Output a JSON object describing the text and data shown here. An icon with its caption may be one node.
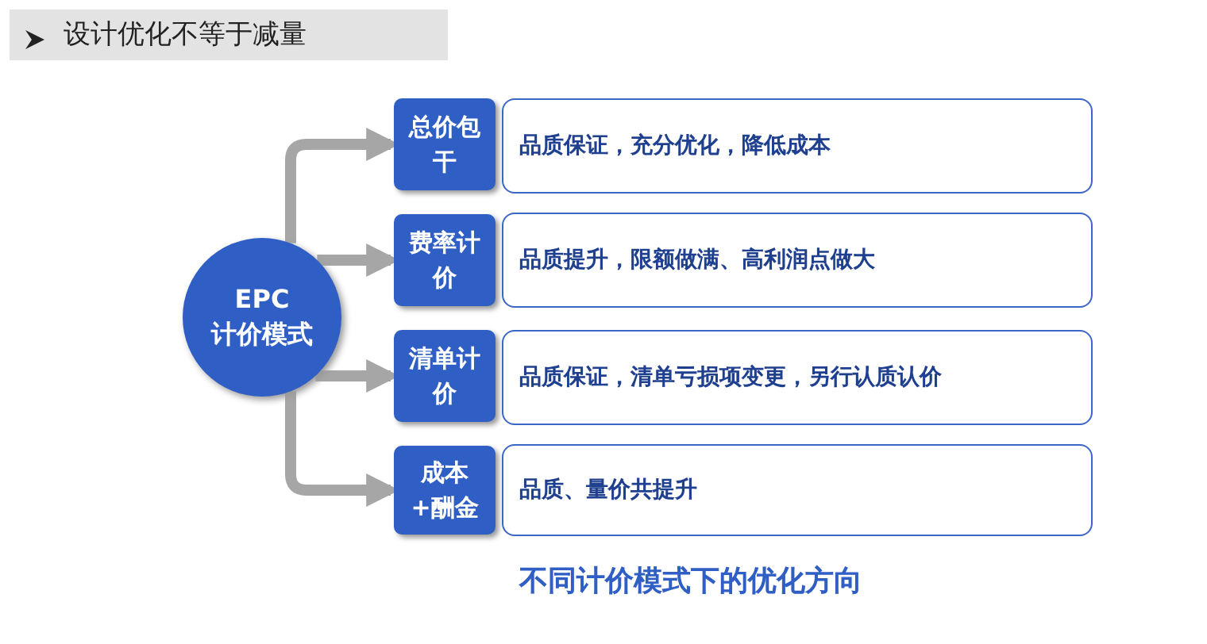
{
  "diagram": {
    "title": "设计优化不等于减量",
    "caption": "不同计价模式下的优化方向",
    "nodes": [
      {
        "text": [
          "EPC",
          "计价模式"
        ]
      },
      {
        "text": [
          "总价包干"
        ]
      },
      {
        "text": [
          "品质保证，充分优化，降低成本"
        ]
      },
      {
        "text": [
          "费率计价"
        ]
      },
      {
        "text": [
          "品质提升，限额做满、高利润点做大"
        ]
      },
      {
        "text": [
          "清单计价"
        ]
      },
      {
        "text": [
          "品质保证，清单亏损项变更，另行认质认价"
        ]
      },
      {
        "text": [
          "成本+酬金"
        ]
      },
      {
        "text": [
          "品质、量价共提升"
        ]
      }
    ],
    "edges": [
      {
        "from": 0,
        "to": 1,
        "arrow": "to"
      },
      {
        "from": 0,
        "to": 3,
        "arrow": "to"
      },
      {
        "from": 0,
        "to": 5,
        "arrow": "to"
      },
      {
        "from": 0,
        "to": 7,
        "arrow": "to"
      }
    ]
  }
}
